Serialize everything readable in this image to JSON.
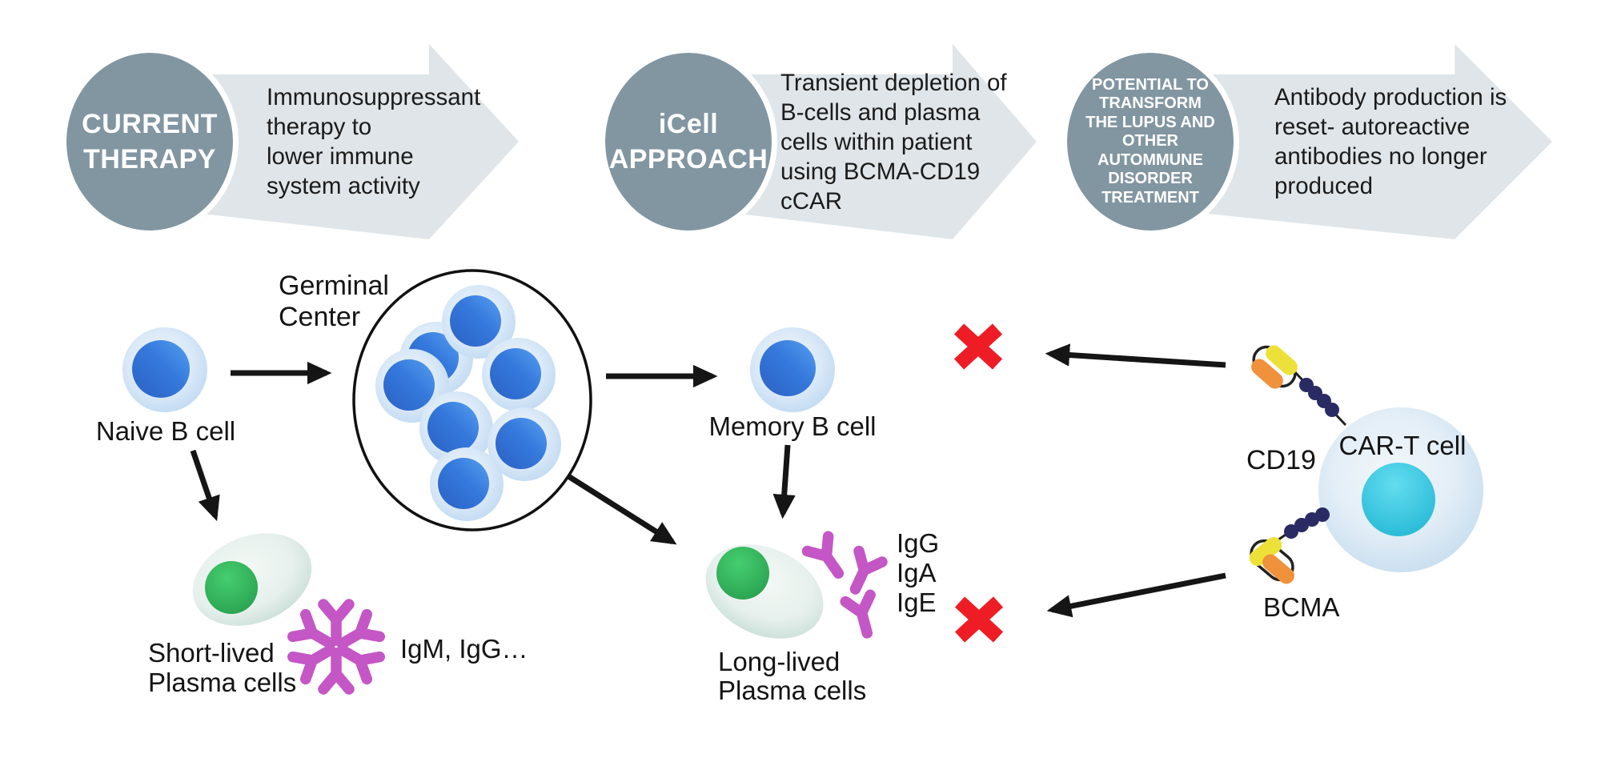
{
  "banner": {
    "colors": {
      "circle_fill": "#8296A2",
      "arrow_fill": "#DFE5E9",
      "circle_text": "#FFFFFF",
      "body_text": "#1B1B1B"
    },
    "stages": [
      {
        "circle_lines": [
          "CURRENT",
          "THERAPY"
        ],
        "arrow_text_lines": [
          "Immunosuppressant",
          "therapy to",
          "lower immune",
          "system activity"
        ]
      },
      {
        "circle_lines": [
          "iCell",
          "APPROACH"
        ],
        "arrow_text_lines": [
          "Transient depletion of",
          "B-cells and plasma",
          "cells within patient",
          "using BCMA-CD19",
          "cCAR"
        ]
      },
      {
        "circle_lines": [
          "POTENTIAL TO",
          "TRANSFORM",
          "THE LUPUS AND",
          "OTHER",
          "AUTOMMUNE",
          "DISORDER",
          "TREATMENT"
        ],
        "arrow_text_lines": [
          "Antibody production is",
          "reset- autoreactive",
          "antibodies no longer",
          "produced"
        ]
      }
    ]
  },
  "diagram": {
    "colors": {
      "b_cell_nucleus": "#2F6FD4",
      "b_cell_halo": "#D7E8F8",
      "plasma_nucleus": "#35B95F",
      "plasma_body": "#E4EFEA",
      "antibody": "#C456C6",
      "cart_nucleus": "#38CBE2",
      "cart_body": "#E2EEF7",
      "receptor_bead": "#2A2A64",
      "receptor_yellow": "#EDE139",
      "receptor_orange": "#F0913B",
      "x_mark": "#EE1C25",
      "arrow": "#151515"
    },
    "labels": {
      "naive": "Naive B cell",
      "germinal": [
        "Germinal",
        "Center"
      ],
      "memory": "Memory B cell",
      "short_lived": [
        "Short-lived",
        "Plasma cells"
      ],
      "long_lived": [
        "Long-lived",
        "Plasma cells"
      ],
      "igm": "IgM, IgG…",
      "ig_list": [
        "IgG",
        "IgA",
        "IgE"
      ],
      "cd19": "CD19",
      "cart": "CAR-T cell",
      "bcma": "BCMA"
    }
  }
}
